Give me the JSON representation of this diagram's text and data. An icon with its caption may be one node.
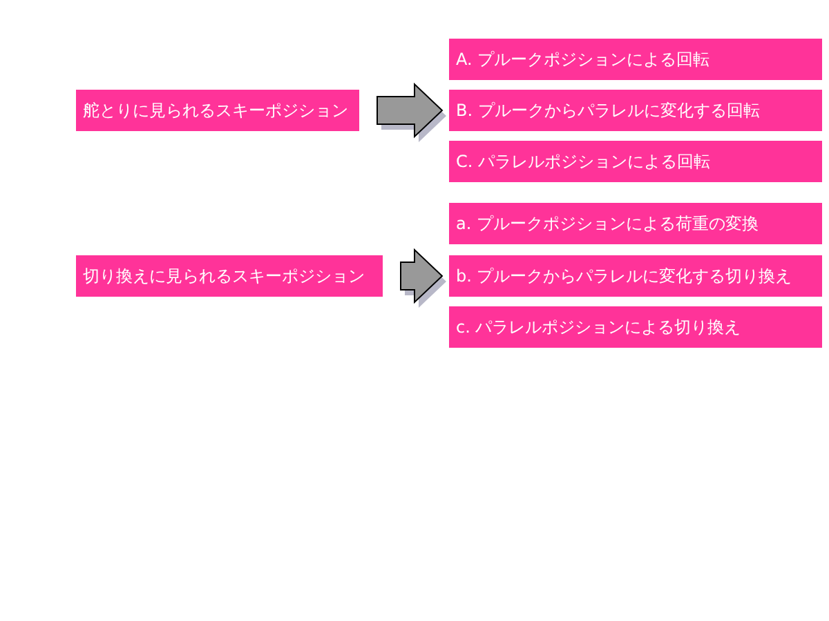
{
  "diagram": {
    "nodes": [
      {
        "text": [
          "舵とりに見られるスキーポジション"
        ]
      },
      {
        "text": [
          "A. プルークポジションによる回転"
        ]
      },
      {
        "text": [
          "B. プルークからパラレルに変化する回転"
        ]
      },
      {
        "text": [
          "C. パラレルポジションによる回転"
        ]
      },
      {
        "text": [
          "切り換えに見られるスキーポジション"
        ]
      },
      {
        "text": [
          "a. プルークポジションによる荷重の変換"
        ]
      },
      {
        "text": [
          "b. プルークからパラレルに変化する切り換え"
        ]
      },
      {
        "text": [
          "c. パラレルポジションによる切り換え"
        ]
      }
    ],
    "edges": [
      {
        "from": 0,
        "to": 2,
        "arrow": "to"
      },
      {
        "from": 4,
        "to": 6,
        "arrow": "to"
      }
    ]
  }
}
